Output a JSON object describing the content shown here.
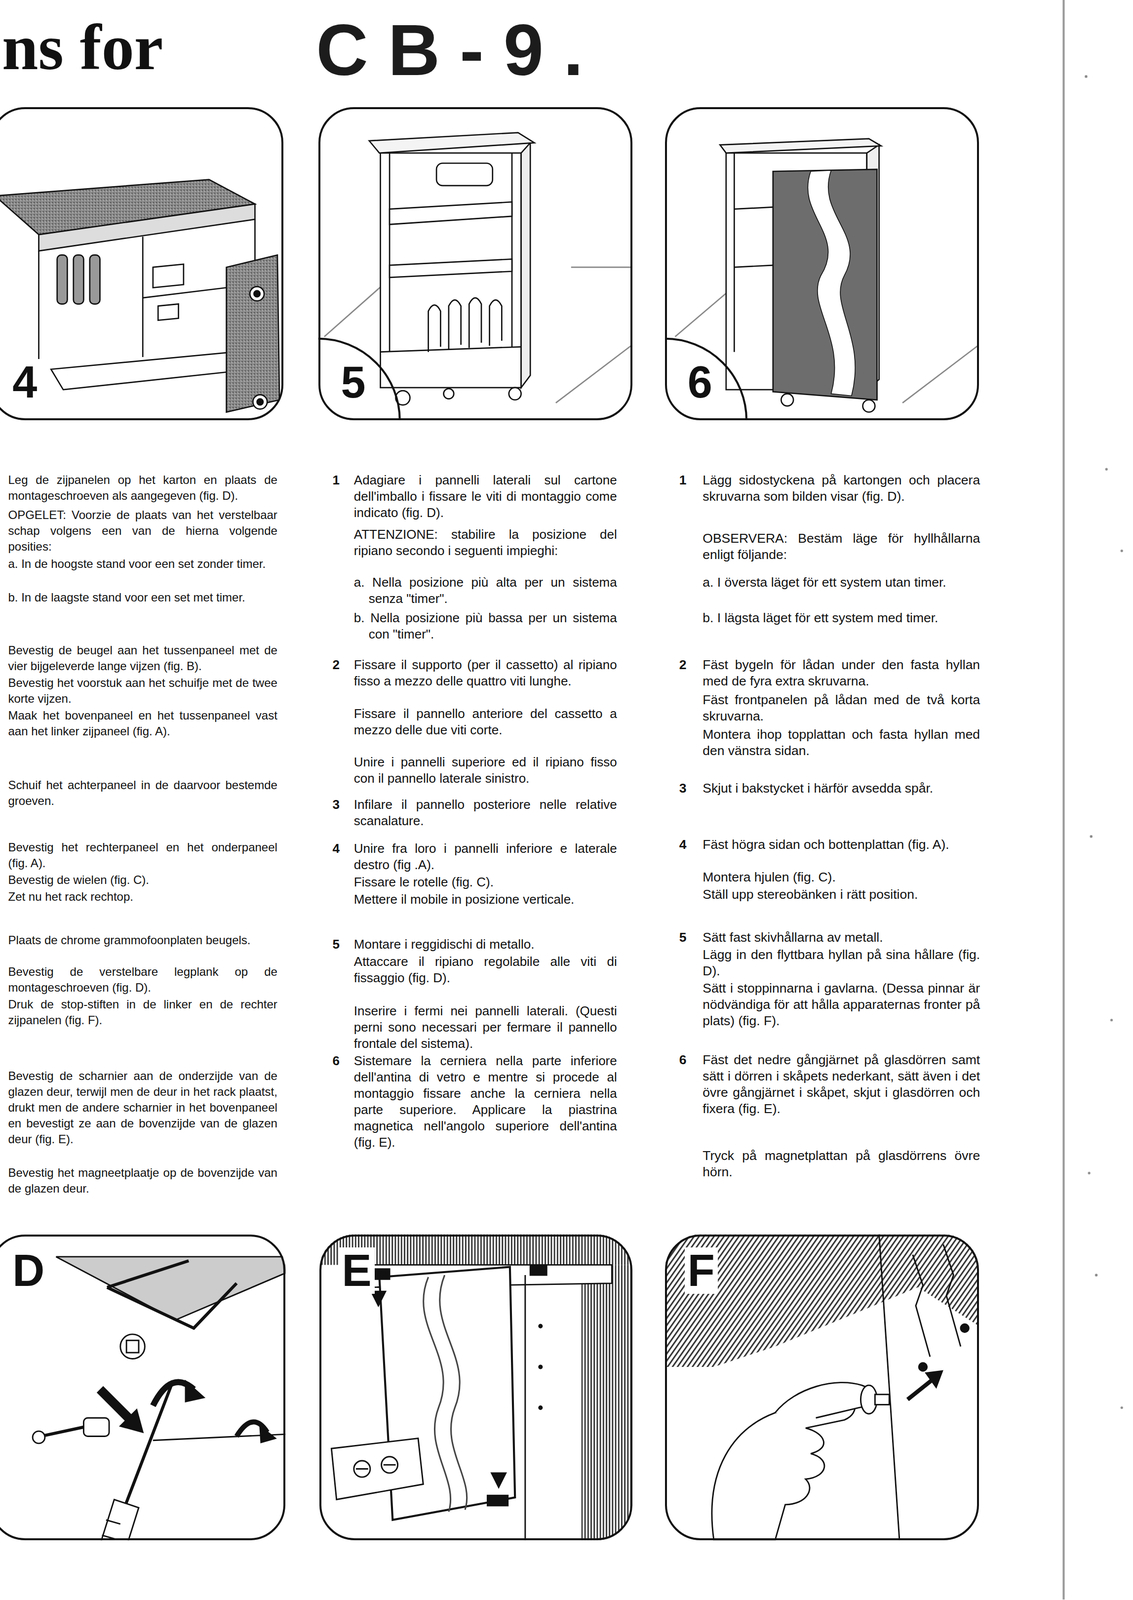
{
  "diagram": {
    "title": "ns for",
    "nodes": [
      {
        "text": [
          "4"
        ]
      },
      {
        "text": [
          "5"
        ]
      },
      {
        "text": [
          "6"
        ]
      },
      {
        "text": [
          "D"
        ]
      },
      {
        "text": [
          "E"
        ]
      },
      {
        "text": [
          "F"
        ]
      }
    ],
    "labels": [
      "CB-9.",
      "Leg de zijpanelen op het karton en plaats de montageschroeven als aangegeven (fig. D).",
      "OPGELET: Voorzie de plaats van het verstelbaar schap volgens een van de hierna volgende posities:",
      "a. In de hoogste stand voor een set zonder timer.",
      "b. In de laagste stand voor een set met timer.",
      "Bevestig de beugel aan het tussenpaneel met de vier bijgeleverde lange vijzen (fig. B).",
      "Bevestig het voorstuk aan het schuifje met de twee korte vijzen.",
      "Maak het bovenpaneel en het tussenpaneel vast aan het linker zijpaneel (fig. A).",
      "Schuif het achterpaneel in de daarvoor bestemde groeven.",
      "Bevestig het rechterpaneel en het onderpaneel (fig. A).",
      "Bevestig de wielen (fig. C).",
      "Zet nu het rack rechtop.",
      "Plaats de chrome grammofoonplaten beugels.",
      "Bevestig de verstelbare legplank op de montageschroeven (fig. D).",
      "Druk de stop-stiften in de linker en de rechter zijpanelen (fig. F).",
      "Bevestig de scharnier aan de onderzijde van de glazen deur, terwijl men de deur in het rack plaatst, drukt men de andere scharnier in het bovenpaneel en bevestigt ze aan de bovenzijde van de glazen deur (fig. E).",
      "Bevestig het magneetplaatje op de bovenzijde van de glazen deur.",
      "1",
      "Adagiare i pannelli laterali sul cartone dell'imballo i fissare le viti di montaggio come indicato (fig. D).",
      "ATTENZIONE: stabilire la posizione del ripiano secondo i seguenti impieghi:",
      "a. Nella posizione più alta per un sistema senza \"timer\".",
      "b. Nella posizione più bassa per un sistema con \"timer\".",
      "2",
      "Fissare il supporto (per il cassetto) al ripiano fisso a mezzo delle quattro viti lunghe.",
      "Fissare il pannello anteriore del cassetto a mezzo delle due viti corte.",
      "Unire i pannelli superiore ed il ripiano fisso con il pannello laterale sinistro.",
      "3",
      "Infilare il pannello posteriore nelle relative scanalature.",
      "4",
      "Unire fra loro i pannelli inferiore e laterale destro (fig .A).",
      "Fissare le rotelle (fig. C).",
      "Mettere il mobile in posizione verticale.",
      "5",
      "Montare i reggidischi di metallo.",
      "Attaccare il ripiano regolabile alle viti di fissaggio (fig. D).",
      "Inserire i fermi nei pannelli laterali. (Questi perni sono necessari per fermare il pannello frontale del sistema).",
      "6",
      "Sistemare la cerniera nella parte inferiore dell'antina di vetro e mentre si procede al montaggio fissare anche la cerniera nella parte superiore. Applicare la piastrina magnetica nell'angolo superiore dell'antina (fig. E).",
      "1",
      "Lägg sidostyckena på kartongen och placera skruvarna som bilden visar (fig. D).",
      "OBSERVERA: Bestäm läge för hyllhållarna enligt följande:",
      "a. I översta läget för ett system utan timer.",
      "b. I lägsta läget för ett system med timer.",
      "2",
      "Fäst bygeln för lådan under den fasta hyllan med de fyra extra skruvarna.",
      "Fäst frontpanelen på lådan med de två korta skruvarna.",
      "Montera ihop topplattan och fasta hyllan med den vänstra sidan.",
      "3",
      "Skjut i bakstycket i härför avsedda spår.",
      "4",
      "Fäst högra sidan och bottenplattan (fig. A).",
      "Montera hjulen (fig. C).",
      "Ställ upp stereobänken i rätt position.",
      "5",
      "Sätt fast skivhållarna av metall.",
      "Lägg in den flyttbara hyllan på sina hållare (fig. D).",
      "Sätt i stoppinnarna i gavlarna. (Dessa pinnar är nödvändiga för att hålla apparaternas fronter på plats) (fig. F).",
      "6",
      "Fäst det nedre gångjärnet på glasdörren samt sätt i dörren i skåpets nederkant, sätt även i det övre gångjärnet i skåpet, skjut i glasdörren och fixera (fig. E).",
      "Tryck på magnetplattan på glasdörrens övre hörn."
    ]
  }
}
